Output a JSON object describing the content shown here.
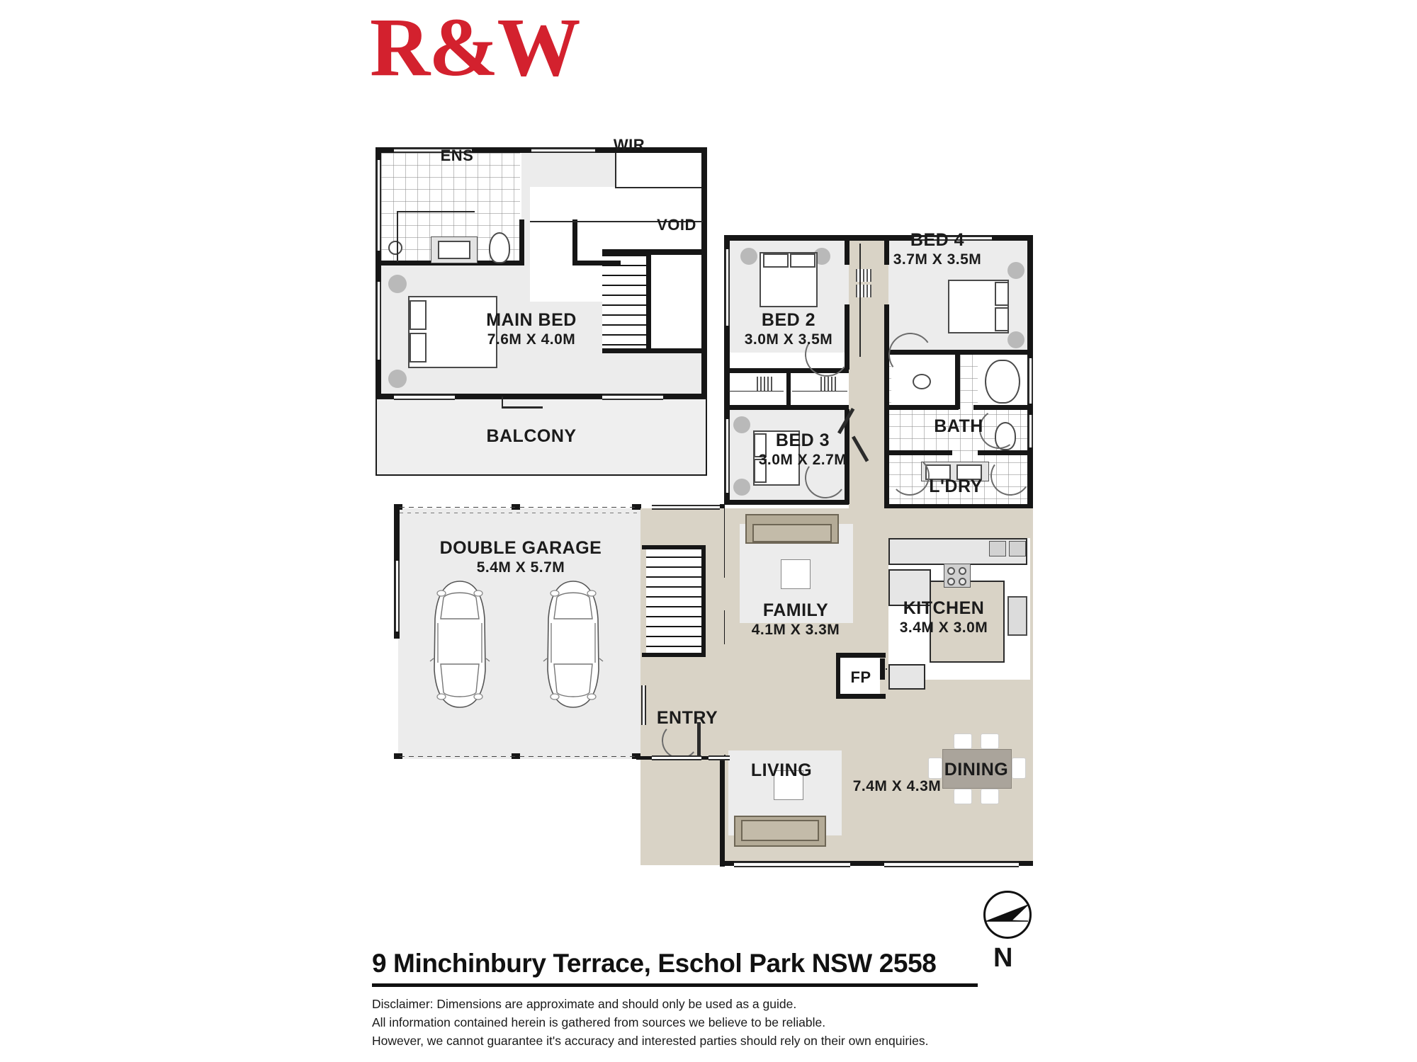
{
  "brand": {
    "logo_text": "R&W",
    "logo_color": "#d3212e"
  },
  "upper_floor": {
    "rooms": [
      {
        "key": "ens",
        "name": "ENS",
        "dim": ""
      },
      {
        "key": "wir",
        "name": "WIR",
        "dim": ""
      },
      {
        "key": "void",
        "name": "VOID",
        "dim": ""
      },
      {
        "key": "main_bed",
        "name": "MAIN BED",
        "dim": "7.6M X 4.0M"
      },
      {
        "key": "balcony",
        "name": "BALCONY",
        "dim": ""
      }
    ]
  },
  "lower_floor": {
    "rooms": [
      {
        "key": "bed2",
        "name": "BED 2",
        "dim": "3.0M X 3.5M"
      },
      {
        "key": "bed4",
        "name": "BED 4",
        "dim": "3.7M X 3.5M"
      },
      {
        "key": "bed3",
        "name": "BED 3",
        "dim": "3.0M X 2.7M"
      },
      {
        "key": "bath",
        "name": "BATH",
        "dim": ""
      },
      {
        "key": "ldry",
        "name": "L'DRY",
        "dim": ""
      },
      {
        "key": "family",
        "name": "FAMILY",
        "dim": "4.1M X 3.3M"
      },
      {
        "key": "kitchen",
        "name": "KITCHEN",
        "dim": "3.4M X 3.0M"
      },
      {
        "key": "fp",
        "name": "FP",
        "dim": ""
      },
      {
        "key": "living",
        "name": "LIVING",
        "dim": "7.4M X 4.3M"
      },
      {
        "key": "dining",
        "name": "DINING",
        "dim": ""
      },
      {
        "key": "entry",
        "name": "ENTRY",
        "dim": ""
      },
      {
        "key": "garage",
        "name": "DOUBLE GARAGE",
        "dim": "5.4M X 5.7M"
      }
    ]
  },
  "compass": {
    "label": "N"
  },
  "footer": {
    "address": "9 Minchinbury Terrace, Eschol Park NSW 2558",
    "disclaimer_line1": "Disclaimer: Dimensions are approximate and should only be used as a guide.",
    "disclaimer_line2": "All information contained herein is gathered from sources we believe to be reliable.",
    "disclaimer_line3": "However, we cannot guarantee it's accuracy and interested parties should rely on their own enquiries."
  }
}
